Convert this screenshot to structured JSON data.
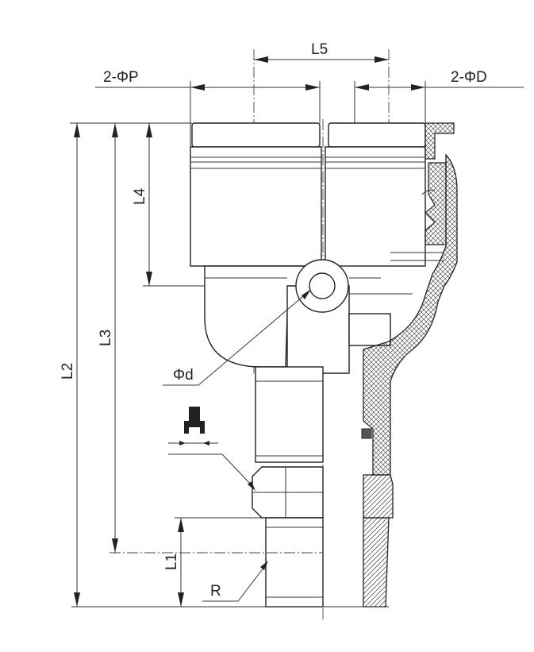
{
  "labels": {
    "l5": "L5",
    "p": "2-ΦP",
    "d_outer": "2-ΦD",
    "l4": "L4",
    "l3": "L3",
    "l2": "L2",
    "phi_d": "Φd",
    "l1": "L1",
    "r": "R"
  }
}
